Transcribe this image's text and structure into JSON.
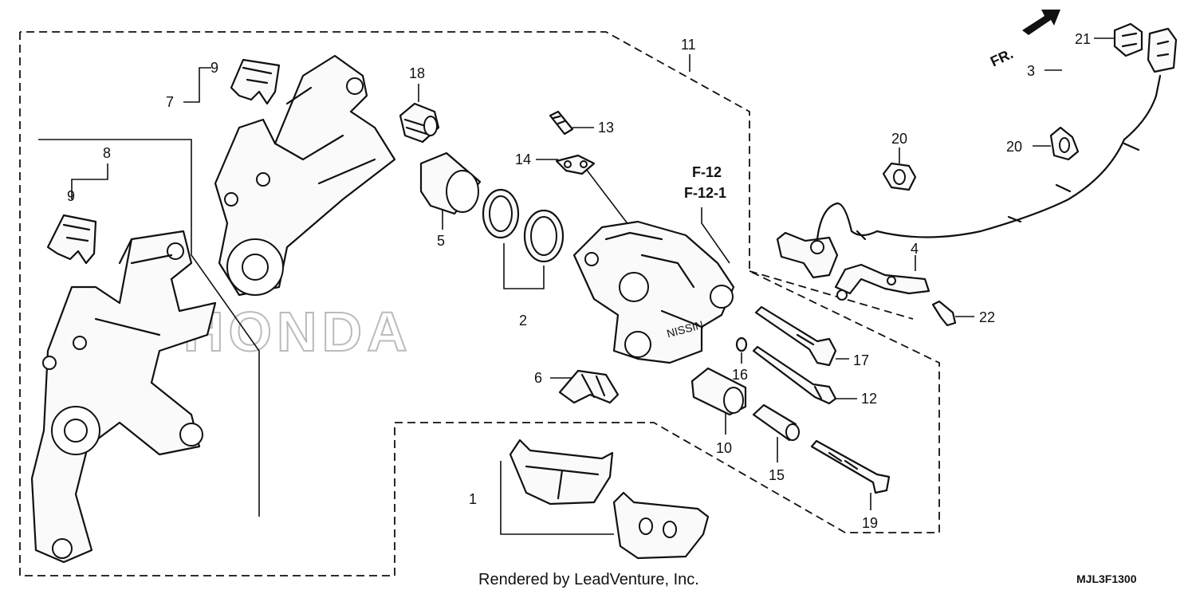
{
  "diagram": {
    "watermark": "HONDA",
    "callouts": {
      "c1": "1",
      "c2": "2",
      "c3": "3",
      "c4": "4",
      "c5": "5",
      "c6": "6",
      "c7": "7",
      "c8": "8",
      "c9a": "9",
      "c9b": "9",
      "c10": "10",
      "c11": "11",
      "c12": "12",
      "c13": "13",
      "c14": "14",
      "c15": "15",
      "c16": "16",
      "c17": "17",
      "c18": "18",
      "c19": "19",
      "c20a": "20",
      "c20b": "20",
      "c21": "21",
      "c22": "22"
    },
    "ref_labels": [
      "F-12",
      "F-12-1"
    ],
    "direction_label": "FR.",
    "footer": "Rendered by LeadVenture, Inc.",
    "diagram_code": "MJL3F1300"
  }
}
